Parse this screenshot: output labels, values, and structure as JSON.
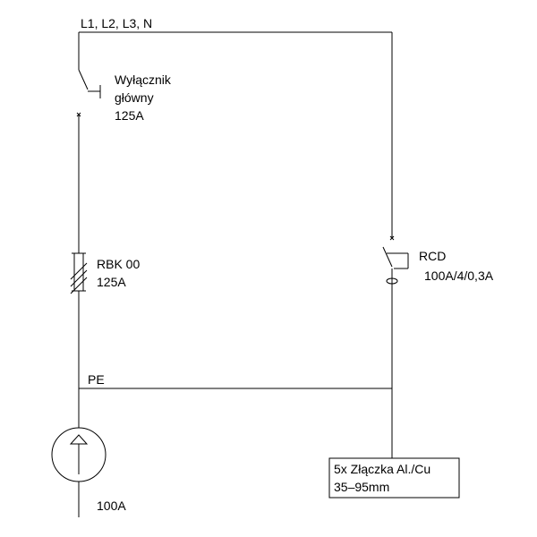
{
  "diagram": {
    "supply_label": "L1, L2, L3, N",
    "main_switch": {
      "line1": "Wyłącznik",
      "line2": "główny",
      "line3": "125A"
    },
    "fuse": {
      "line1": "RBK 00",
      "line2": "125A"
    },
    "rcd": {
      "line1": "RCD",
      "line2": "100A/4/0,3A"
    },
    "pe_label": "PE",
    "meter": {
      "label": "100A"
    },
    "connector": {
      "line1": "5x Złączka Al./Cu",
      "line2": "35–95mm"
    }
  }
}
